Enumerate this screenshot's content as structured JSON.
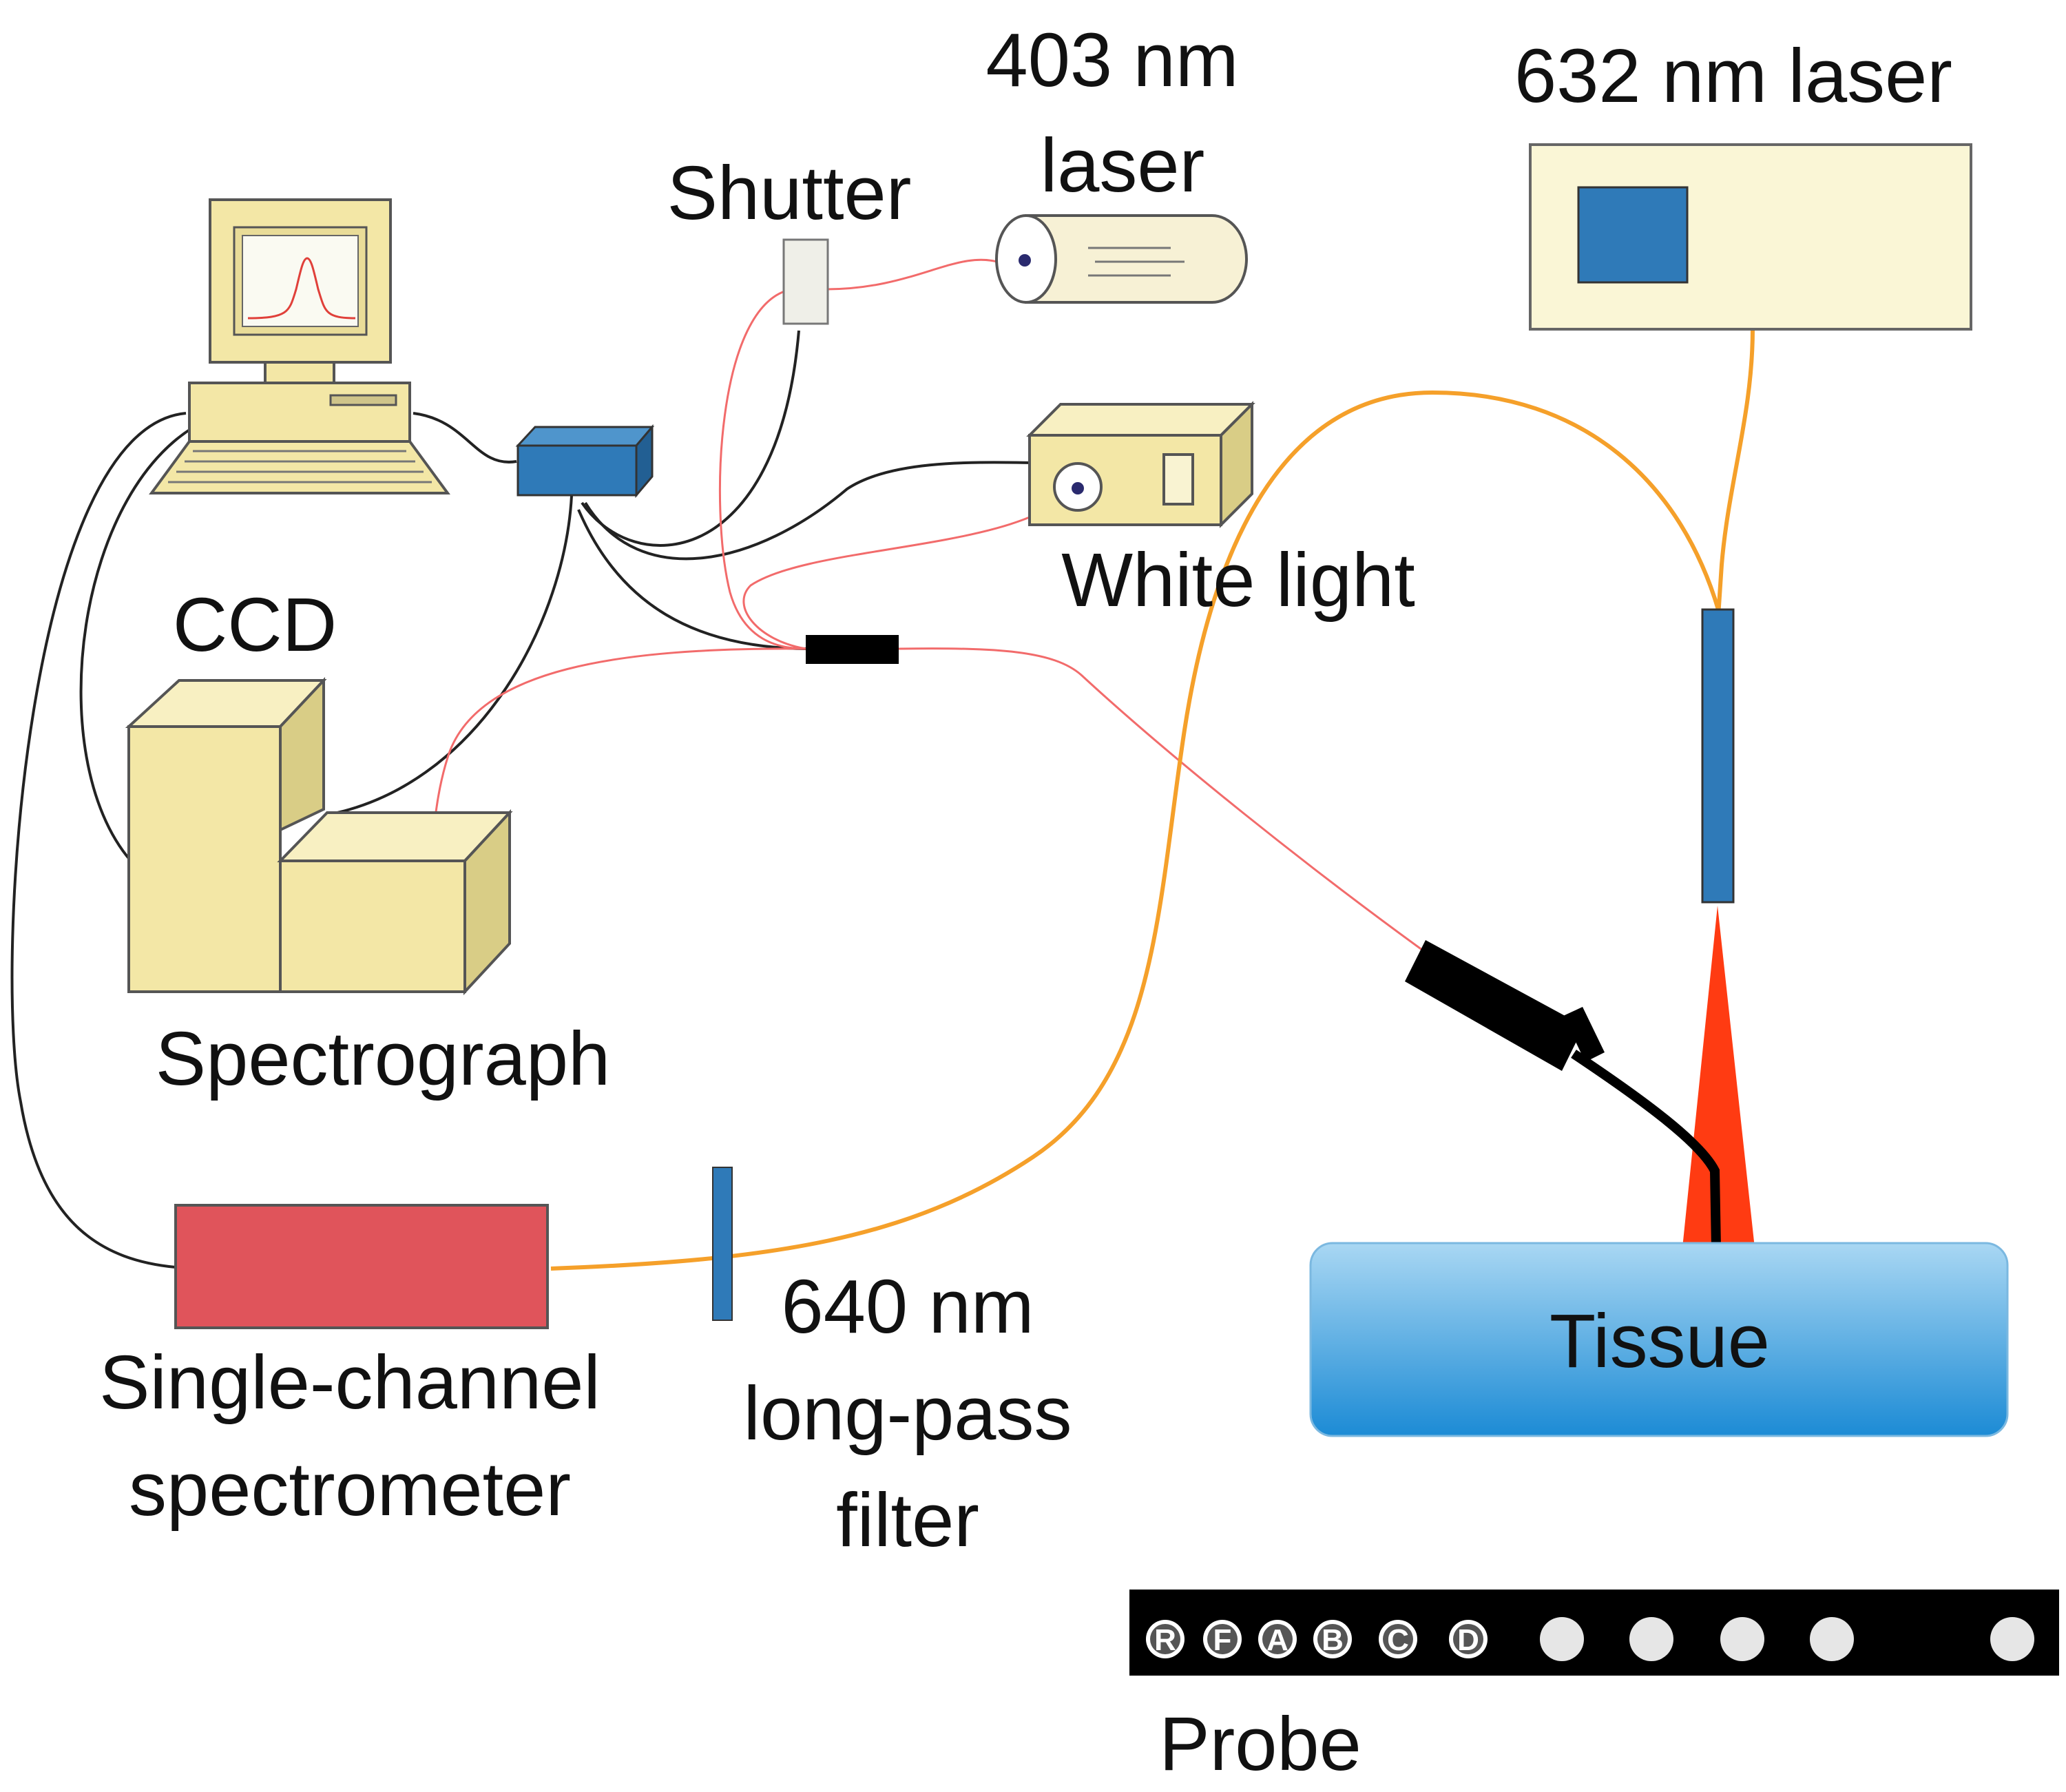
{
  "labels": {
    "laser_403_line1": "403 nm",
    "laser_403_line2": "laser",
    "laser_632": "632 nm laser",
    "shutter": "Shutter",
    "white_light": "White light",
    "ccd": "CCD",
    "spectrograph": "Spectrograph",
    "spectrometer_line1": "Single-channel",
    "spectrometer_line2": "spectrometer",
    "filter_line1": "640 nm",
    "filter_line2": "long-pass",
    "filter_line3": "filter",
    "tissue": "Tissue",
    "probe": "Probe"
  },
  "probe_channels": [
    "R",
    "F",
    "A",
    "B",
    "C",
    "D"
  ],
  "colors": {
    "red_fiber": "#f26b6b",
    "orange_fiber": "#f5a02a",
    "black_cable": "#222222",
    "instrument_beige": "#f3e7a6",
    "blue_box": "#2f7ab8",
    "spectrometer_red": "#e0545b",
    "tissue_top": "#8fcbf0",
    "tissue_bottom": "#1f8ed6",
    "laser_beam": "#ff3b12"
  }
}
